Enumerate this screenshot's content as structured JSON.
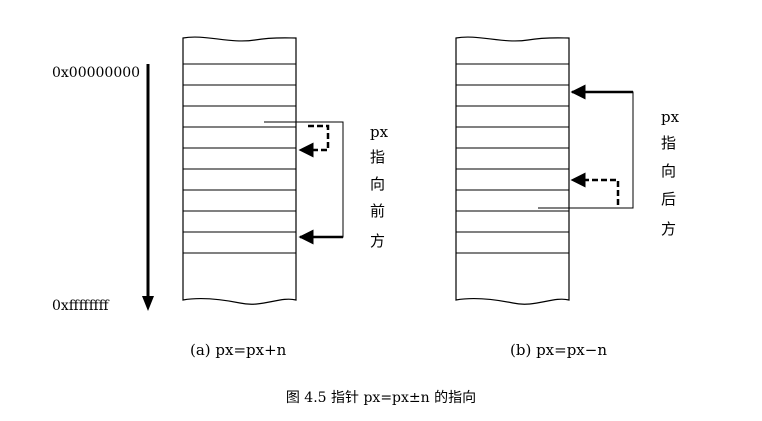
{
  "address_axis": {
    "top_label": "0x00000000",
    "bottom_label": "0xffffffff"
  },
  "panel_a": {
    "caption": "(a) px=px+n",
    "side_label": [
      "px",
      "指",
      "向",
      "前",
      "方"
    ]
  },
  "panel_b": {
    "caption": "(b) px=px−n",
    "side_label": [
      "px",
      "指",
      "向",
      "后",
      "方"
    ]
  },
  "figure_caption": "图 4.5 指针 px=px±n 的指向",
  "colors": {
    "ink": "#000000",
    "background": "#ffffff"
  }
}
